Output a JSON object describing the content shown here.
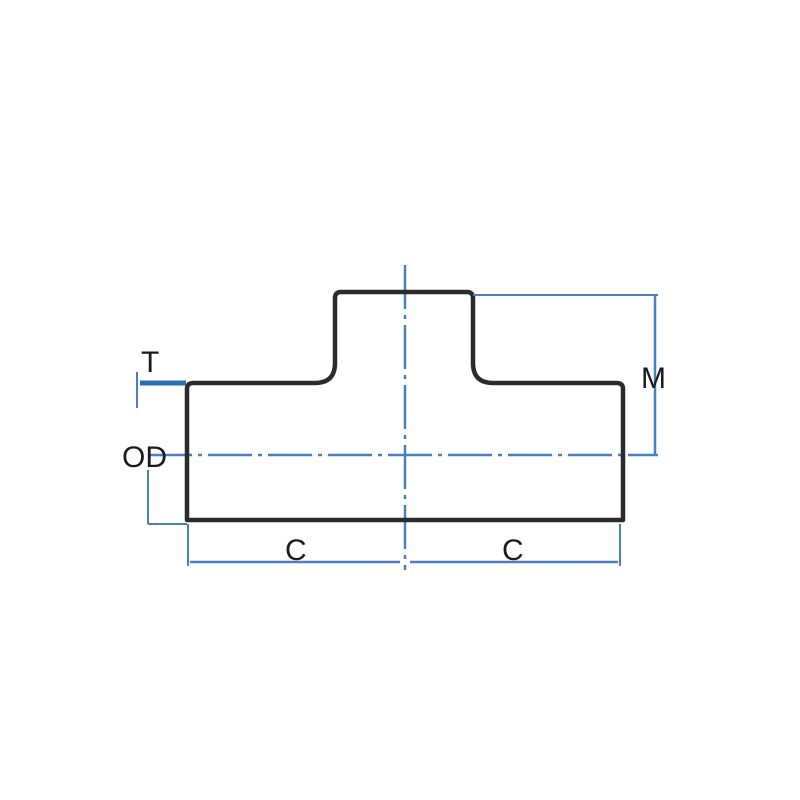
{
  "labels": {
    "thickness": "T",
    "outer_diameter": "OD",
    "center_to_end_left": "C",
    "center_to_end_right": "C",
    "branch_height": "M"
  },
  "colors": {
    "outline": "#2b2b2b",
    "dimension_line": "#4a7fc1",
    "centerline": "#4a7fc1",
    "background": "#ffffff"
  }
}
